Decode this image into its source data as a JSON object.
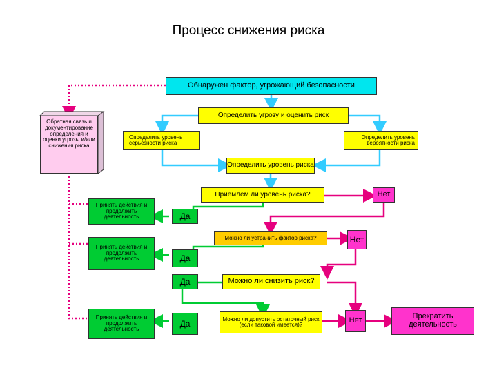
{
  "title": "Процесс снижения риска",
  "nodes": {
    "factor_detected": "Обнаружен фактор, угрожающий безопасности",
    "identify_threat": "Определить угрозу и оценить риск",
    "severity_level": "Определить уровень серьезности риска",
    "probability_level": "Определить уровень вероятности риска",
    "risk_level": "Определить уровень риска",
    "acceptable_question": "Приемлем ли уровень риска?",
    "no_1": "Нет",
    "continue_1": "Принять действия и продолжить деятельность",
    "yes_1": "Да",
    "eliminate_question": "Можно ли устранить фактор риска?",
    "no_2": "Нет",
    "continue_2": "Принять действия и продолжить деятельность",
    "yes_2": "Да",
    "yes_3": "Да",
    "reduce_question": "Можно ли снизить риск?",
    "continue_3": "Принять действия и продолжить деятельность",
    "yes_4": "Да",
    "residual_question": "Можно ли допустить остаточный риск (если таковой имеется)?",
    "no_3": "Нет",
    "stop_activity": "Прекратить деятельность",
    "feedback": "Обратная связь и документирование определения и оценки угрозы и/или снижения риска"
  },
  "colors": {
    "cyan": "#00e6ee",
    "yellow": "#ffff00",
    "orange": "#ffcc00",
    "green": "#00cc33",
    "pink": "#ff33cc",
    "feedback_fill": "#ffccee",
    "cyan_line": "#33ccff",
    "green_line": "#00cc33",
    "pink_line": "#e6007e"
  }
}
